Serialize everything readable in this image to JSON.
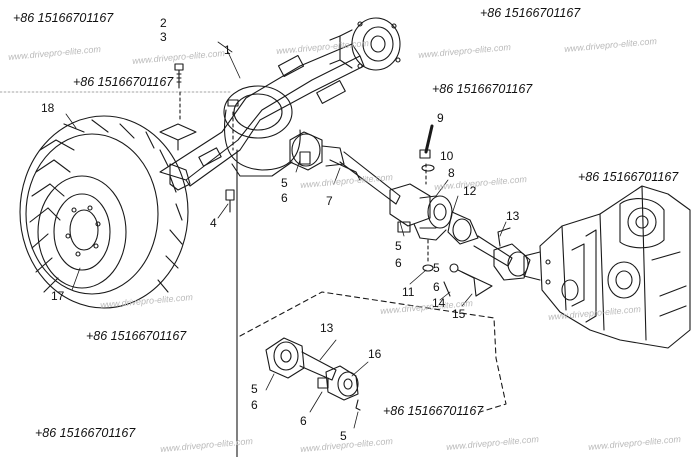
{
  "phone": "+86 15166701167",
  "site": "www.drivepro-elite.com",
  "labels": {
    "l1": "1",
    "l2": "2",
    "l3": "3",
    "l4": "4",
    "l5a": "5",
    "l6a": "6",
    "l7": "7",
    "l8": "8",
    "l9": "9",
    "l10": "10",
    "l11": "11",
    "l12": "12",
    "l13a": "13",
    "l5b": "5",
    "l6b": "6",
    "l5c": "5",
    "l6c": "6",
    "l14": "14",
    "l15": "15",
    "l16": "16",
    "l17": "17",
    "l18": "18",
    "l13b": "13",
    "l5d": "5",
    "l6d": "6",
    "l6e": "6",
    "l5e": "5"
  }
}
